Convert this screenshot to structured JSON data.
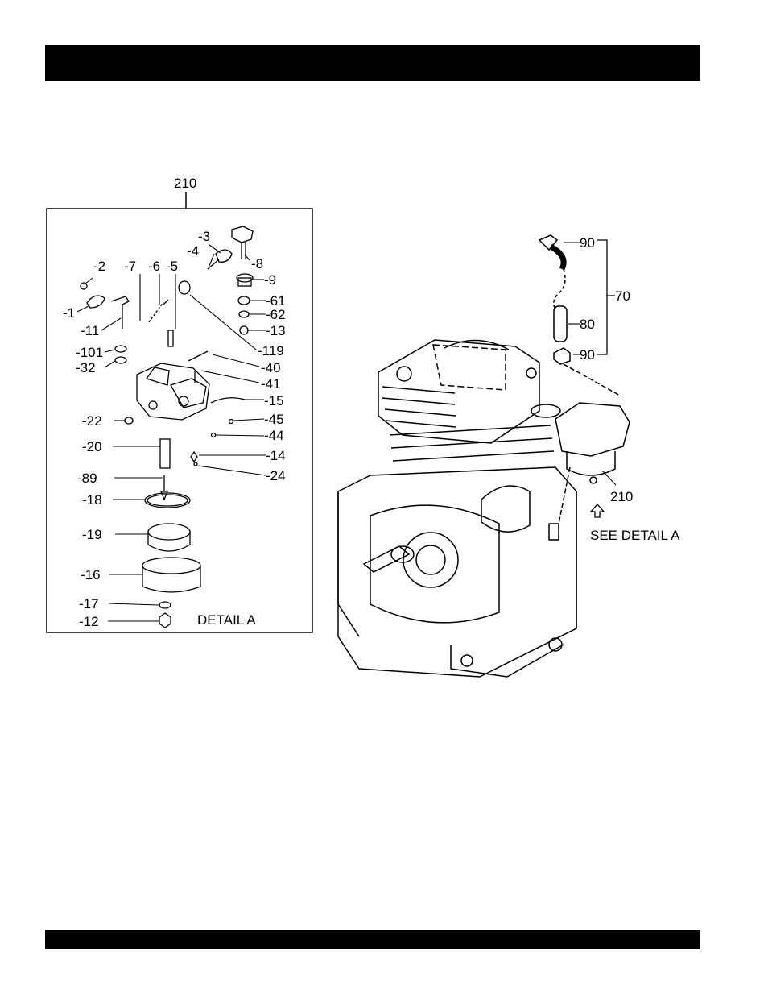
{
  "detail_a": {
    "assembly_label": "210",
    "caption": "DETAIL A",
    "callouts": [
      {
        "id": "p2",
        "text": "-2"
      },
      {
        "id": "p7",
        "text": "-7"
      },
      {
        "id": "p6",
        "text": "-6"
      },
      {
        "id": "p5",
        "text": "-5"
      },
      {
        "id": "p3",
        "text": "-3"
      },
      {
        "id": "p4",
        "text": "-4"
      },
      {
        "id": "p8",
        "text": "-8"
      },
      {
        "id": "p9",
        "text": "-9"
      },
      {
        "id": "p1",
        "text": "-1"
      },
      {
        "id": "p11",
        "text": "-11"
      },
      {
        "id": "p61",
        "text": "-61"
      },
      {
        "id": "p62",
        "text": "-62"
      },
      {
        "id": "p13",
        "text": "-13"
      },
      {
        "id": "p101",
        "text": "-101"
      },
      {
        "id": "p32",
        "text": "-32"
      },
      {
        "id": "p119",
        "text": "-119"
      },
      {
        "id": "p40",
        "text": "-40"
      },
      {
        "id": "p41",
        "text": "-41"
      },
      {
        "id": "p15",
        "text": "-15"
      },
      {
        "id": "p45",
        "text": "-45"
      },
      {
        "id": "p22",
        "text": "-22"
      },
      {
        "id": "p44",
        "text": "-44"
      },
      {
        "id": "p20",
        "text": "-20"
      },
      {
        "id": "p14",
        "text": "-14"
      },
      {
        "id": "p24",
        "text": "-24"
      },
      {
        "id": "p89",
        "text": "-89"
      },
      {
        "id": "p18",
        "text": "-18"
      },
      {
        "id": "p19",
        "text": "-19"
      },
      {
        "id": "p16",
        "text": "-16"
      },
      {
        "id": "p17",
        "text": "-17"
      },
      {
        "id": "p12",
        "text": "-12"
      }
    ]
  },
  "engine_view": {
    "fuel_line_labels": [
      {
        "id": "e90a",
        "text": "90"
      },
      {
        "id": "e70",
        "text": "70"
      },
      {
        "id": "e80",
        "text": "80"
      },
      {
        "id": "e90b",
        "text": "90"
      },
      {
        "id": "e210",
        "text": "210"
      }
    ],
    "see_detail": "SEE DETAIL A",
    "arrow_icon": "hollow-up-arrow-icon"
  }
}
